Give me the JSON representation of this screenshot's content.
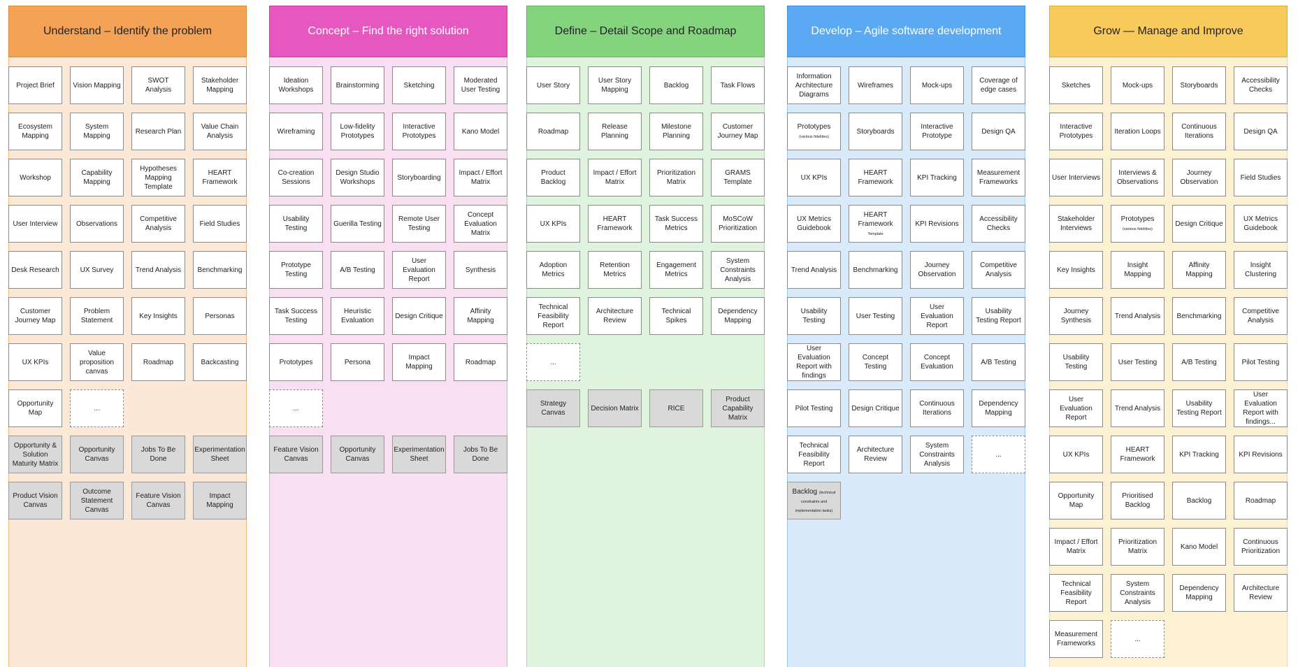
{
  "columns": [
    {
      "title": "Understand – Identify the problem",
      "header_color": "#f3a256",
      "header_border": "#d98a3e",
      "header_text_color": "#222222",
      "body_color": "#fbe8d6",
      "body_border": "#f3b878",
      "cards": [
        {
          "label": "Project Brief"
        },
        {
          "label": "Vision Mapping"
        },
        {
          "label": "SWOT Analysis"
        },
        {
          "label": "Stakeholder Mapping"
        },
        {
          "label": "Ecosystem Mapping"
        },
        {
          "label": "System Mapping"
        },
        {
          "label": "Research Plan"
        },
        {
          "label": "Value Chain Analysis"
        },
        {
          "label": "Workshop"
        },
        {
          "label": "Capability Mapping"
        },
        {
          "label": "Hypotheses Mapping Template"
        },
        {
          "label": "HEART Framework"
        },
        {
          "label": "User Interview"
        },
        {
          "label": "Observations"
        },
        {
          "label": "Competitive Analysis"
        },
        {
          "label": "Field Studies"
        },
        {
          "label": "Desk Research"
        },
        {
          "label": "UX Survey"
        },
        {
          "label": "Trend Analysis"
        },
        {
          "label": "Benchmarking"
        },
        {
          "label": "Customer Journey Map"
        },
        {
          "label": "Problem Statement"
        },
        {
          "label": "Key Insights"
        },
        {
          "label": "Personas"
        },
        {
          "label": "UX KPIs"
        },
        {
          "label": "Value proposition canvas"
        },
        {
          "label": "Roadmap"
        },
        {
          "label": "Backcasting"
        },
        {
          "label": "Opportunity Map"
        },
        {
          "label": "...",
          "style": "dashed"
        },
        {
          "skip": true
        },
        {
          "skip": true
        },
        {
          "label": "Opportunity & Solution Maturity Matrix",
          "style": "grey"
        },
        {
          "label": "Opportunity Canvas",
          "style": "grey"
        },
        {
          "label": "Jobs To Be Done",
          "style": "grey"
        },
        {
          "label": "Experimentation Sheet",
          "style": "grey"
        },
        {
          "label": "Product Vision Canvas",
          "style": "grey"
        },
        {
          "label": "Outcome Statement Canvas",
          "style": "grey"
        },
        {
          "label": "Feature Vision Canvas",
          "style": "grey"
        },
        {
          "label": "Impact Mapping",
          "style": "grey"
        }
      ]
    },
    {
      "title": "Concept – Find the right solution",
      "header_color": "#e657bf",
      "header_border": "#c73ea3",
      "header_text_color": "#ffffff",
      "body_color": "#f9dff2",
      "body_border": "#eea6dc",
      "cards": [
        {
          "label": "Ideation Workshops"
        },
        {
          "label": "Brainstorming"
        },
        {
          "label": "Sketching"
        },
        {
          "label": "Moderated User Testing"
        },
        {
          "label": "Wireframing"
        },
        {
          "label": "Low-fidelity Prototypes"
        },
        {
          "label": "Interactive Prototypes"
        },
        {
          "label": "Kano Model"
        },
        {
          "label": "Co-creation Sessions"
        },
        {
          "label": "Design Studio Workshops"
        },
        {
          "label": "Storyboarding"
        },
        {
          "label": "Impact / Effort Matrix"
        },
        {
          "label": "Usability Testing"
        },
        {
          "label": "Guerilla Testing"
        },
        {
          "label": "Remote User Testing"
        },
        {
          "label": "Concept Evaluation Matrix"
        },
        {
          "label": "Prototype Testing"
        },
        {
          "label": "A/B Testing"
        },
        {
          "label": "User Evaluation Report"
        },
        {
          "label": "Synthesis"
        },
        {
          "label": "Task Success Testing"
        },
        {
          "label": "Heuristic Evaluation"
        },
        {
          "label": "Design Critique"
        },
        {
          "label": "Affinity Mapping"
        },
        {
          "label": "Prototypes"
        },
        {
          "label": "Persona"
        },
        {
          "label": "Impact Mapping"
        },
        {
          "label": "Roadmap"
        },
        {
          "label": "...",
          "style": "dashed"
        },
        {
          "skip": true
        },
        {
          "skip": true
        },
        {
          "skip": true
        },
        {
          "label": "Feature Vision Canvas",
          "style": "grey"
        },
        {
          "label": "Opportunity Canvas",
          "style": "grey"
        },
        {
          "label": "Experimentation Sheet",
          "style": "grey"
        },
        {
          "label": "Jobs To Be Done",
          "style": "grey"
        }
      ]
    },
    {
      "title": "Define – Detail Scope and Roadmap",
      "header_color": "#84d47e",
      "header_border": "#62b55b",
      "header_text_color": "#222222",
      "body_color": "#dff3df",
      "body_border": "#a8dfa5",
      "cards": [
        {
          "label": "User Story"
        },
        {
          "label": "User Story Mapping"
        },
        {
          "label": "Backlog"
        },
        {
          "label": "Task Flows"
        },
        {
          "label": "Roadmap"
        },
        {
          "label": "Release Planning"
        },
        {
          "label": "Milestone Planning"
        },
        {
          "label": "Customer Journey Map"
        },
        {
          "label": "Product Backlog"
        },
        {
          "label": "Impact / Effort Matrix"
        },
        {
          "label": "Prioritization Matrix"
        },
        {
          "label": "GRAMS Template"
        },
        {
          "label": "UX KPIs"
        },
        {
          "label": "HEART Framework"
        },
        {
          "label": "Task Success Metrics"
        },
        {
          "label": "MoSCoW Prioritization"
        },
        {
          "label": "Adoption Metrics"
        },
        {
          "label": "Retention Metrics"
        },
        {
          "label": "Engagement Metrics"
        },
        {
          "label": "System Constraints Analysis"
        },
        {
          "label": "Technical Feasibility Report"
        },
        {
          "label": "Architecture Review"
        },
        {
          "label": "Technical Spikes"
        },
        {
          "label": "Dependency Mapping"
        },
        {
          "label": "...",
          "style": "dashed"
        },
        {
          "skip": true
        },
        {
          "skip": true
        },
        {
          "skip": true
        },
        {
          "label": "Strategy Canvas",
          "style": "grey"
        },
        {
          "label": "Decision Matrix",
          "style": "grey"
        },
        {
          "label": "RICE",
          "style": "grey"
        },
        {
          "label": "Product Capability Matrix",
          "style": "grey"
        }
      ]
    },
    {
      "title": "Develop – Agile software development",
      "header_color": "#5aa9f3",
      "header_border": "#3f8ed8",
      "header_text_color": "#ffffff",
      "body_color": "#d9eafb",
      "body_border": "#9cc9f3",
      "cards": [
        {
          "label": "Information Architecture Diagrams"
        },
        {
          "label": "Wireframes"
        },
        {
          "label": "Mock-ups"
        },
        {
          "label": "Coverage of edge cases"
        },
        {
          "label": "Prototypes",
          "note": "(various fidelities)"
        },
        {
          "label": "Storyboards"
        },
        {
          "label": "Interactive Prototype"
        },
        {
          "label": "Design QA"
        },
        {
          "label": "UX KPIs"
        },
        {
          "label": "HEART Framework"
        },
        {
          "label": "KPI Tracking"
        },
        {
          "label": "Measurement Frameworks"
        },
        {
          "label": "UX Metrics Guidebook"
        },
        {
          "label": "HEART Framework",
          "note": "Template"
        },
        {
          "label": "KPI Revisions"
        },
        {
          "label": "Accessibility Checks"
        },
        {
          "label": "Trend Analysis"
        },
        {
          "label": "Benchmarking"
        },
        {
          "label": "Journey Observation"
        },
        {
          "label": "Competitive Analysis"
        },
        {
          "label": "Usability Testing"
        },
        {
          "label": "User Testing"
        },
        {
          "label": "User Evaluation Report"
        },
        {
          "label": "Usability Testing Report"
        },
        {
          "label": "User Evaluation Report with findings"
        },
        {
          "label": "Concept Testing"
        },
        {
          "label": "Concept Evaluation"
        },
        {
          "label": "A/B Testing"
        },
        {
          "label": "Pilot Testing"
        },
        {
          "label": "Design Critique"
        },
        {
          "label": "Continuous Iterations"
        },
        {
          "label": "Dependency Mapping"
        },
        {
          "label": "Technical Feasibility Report"
        },
        {
          "label": "Architecture Review"
        },
        {
          "label": "System Constraints Analysis"
        },
        {
          "label": "...",
          "style": "dashed"
        },
        {
          "label": "Backlog",
          "note": "(technical constraints and implementation tasks)",
          "style": "grey"
        },
        {
          "skip": true
        },
        {
          "skip": true
        },
        {
          "skip": true
        }
      ]
    },
    {
      "title": "Grow — Manage and Improve",
      "header_color": "#f8c95b",
      "header_border": "#dcaa3c",
      "header_text_color": "#222222",
      "body_color": "#fdf1d3",
      "body_border": "#f6d688",
      "cards": [
        {
          "label": "Sketches"
        },
        {
          "label": "Mock-ups"
        },
        {
          "label": "Storyboards"
        },
        {
          "label": "Accessibility Checks"
        },
        {
          "label": "Interactive Prototypes"
        },
        {
          "label": "Iteration Loops"
        },
        {
          "label": "Continuous Iterations"
        },
        {
          "label": "Design QA"
        },
        {
          "label": "User Interviews"
        },
        {
          "label": "Interviews & Observations"
        },
        {
          "label": "Journey Observation"
        },
        {
          "label": "Field Studies"
        },
        {
          "label": "Stakeholder Interviews"
        },
        {
          "label": "Prototypes",
          "note": "(various fidelities)"
        },
        {
          "label": "Design Critique"
        },
        {
          "label": "UX Metrics Guidebook"
        },
        {
          "label": "Key Insights"
        },
        {
          "label": "Insight Mapping"
        },
        {
          "label": "Affinity Mapping"
        },
        {
          "label": "Insight Clustering"
        },
        {
          "label": "Journey Synthesis"
        },
        {
          "label": "Trend Analysis"
        },
        {
          "label": "Benchmarking"
        },
        {
          "label": "Competitive Analysis"
        },
        {
          "label": "Usability Testing"
        },
        {
          "label": "User Testing"
        },
        {
          "label": "A/B Testing"
        },
        {
          "label": "Pilot Testing"
        },
        {
          "label": "User Evaluation Report"
        },
        {
          "label": "Trend Analysis"
        },
        {
          "label": "Usability Testing Report"
        },
        {
          "label": "User Evaluation Report with findings..."
        },
        {
          "label": "UX KPIs"
        },
        {
          "label": "HEART Framework"
        },
        {
          "label": "KPI Tracking"
        },
        {
          "label": "KPI Revisions"
        },
        {
          "label": "Opportunity Map"
        },
        {
          "label": "Prioritised Backlog"
        },
        {
          "label": "Backlog"
        },
        {
          "label": "Roadmap"
        },
        {
          "label": "Impact / Effort Matrix"
        },
        {
          "label": "Prioritization Matrix"
        },
        {
          "label": "Kano Model"
        },
        {
          "label": "Continuous Prioritization"
        },
        {
          "label": "Technical Feasibility Report"
        },
        {
          "label": "System Constraints Analysis"
        },
        {
          "label": "Dependency Mapping"
        },
        {
          "label": "Architecture Review"
        },
        {
          "label": "Measurement Frameworks"
        },
        {
          "label": "...",
          "style": "dashed"
        },
        {
          "skip": true
        },
        {
          "skip": true
        }
      ]
    }
  ]
}
